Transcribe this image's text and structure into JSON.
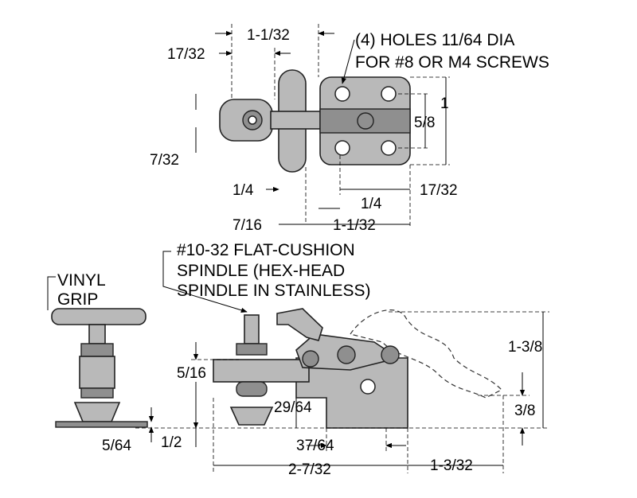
{
  "notes": {
    "holes_line1": "(4) HOLES 11/64 DIA",
    "holes_line2": "FOR #8 OR M4 SCREWS",
    "spindle_line1": "#10-32 FLAT-CUSHION",
    "spindle_line2": "SPINDLE (HEX-HEAD",
    "spindle_line3": "SPINDLE IN STAINLESS)",
    "vinyl_line1": "VINYL",
    "vinyl_line2": "GRIP"
  },
  "dimensions": {
    "top_width": "1-1/32",
    "top_spindle_offset": "17/32",
    "base_height": "1",
    "hole_spacing_v": "5/8",
    "bottom_left": "7/32",
    "quarter_left": "1/4",
    "right_17_32": "17/32",
    "quarter_mid": "1/4",
    "seven_sixteenths": "7/16",
    "base_width_top": "1-1/32",
    "spindle_height": "5/16",
    "overall_height": "1-3/8",
    "pad_offset": "29/64",
    "three_eighths": "3/8",
    "vinyl_thickness": "5/64",
    "half": "1/2",
    "base_bottom": "37/64",
    "overall_length": "2-7/32",
    "handle_reach": "1-3/32"
  }
}
